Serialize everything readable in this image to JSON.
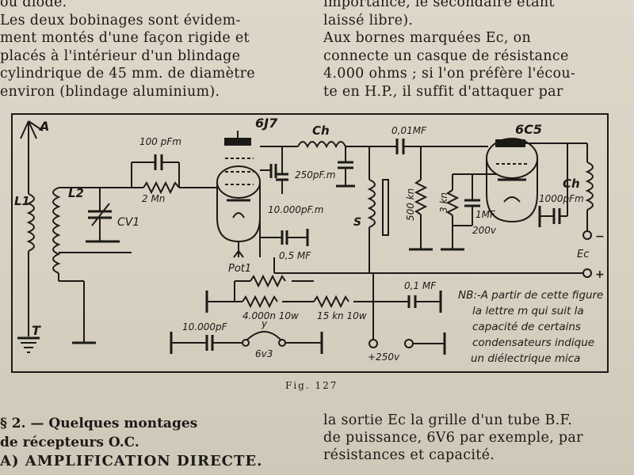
{
  "left_top": {
    "lines": [
      "ou diode.",
      "   Les deux bobinages sont évidem-",
      "ment montés d'une façon rigide et",
      "placés à l'intérieur d'un blindage",
      "cylindrique de 45 mm. de diamètre",
      "environ (blindage aluminium)."
    ]
  },
  "right_top": {
    "lines": [
      "importance, le secondaire étant",
      "laissé libre).",
      "   Aux bornes marquées Ec, on",
      "connecte un casque de résistance",
      "4.000 ohms ; si l'on préfère l'écou-",
      "te en H.P., il suffit d'attaquer par"
    ]
  },
  "figure": {
    "labels": {
      "antenna": "A",
      "ground": "T",
      "l1": "L1",
      "l2": "L2",
      "cv1": "CV1",
      "c100": "100 pFm",
      "r2m": "2 Mn",
      "tube1": "6J7",
      "choke1": "Ch",
      "c250": "250pF.m",
      "c10000": "10.000pF.m",
      "c05": "0,5 ΜF",
      "pot": "Pot1",
      "r4000": "4.000n 10w",
      "r15k": "15 kn 10w",
      "c001": "0,01ΜF",
      "r500k": "500 kn",
      "r3k": "3 kn",
      "c1": "1ΜF",
      "v200": "200v",
      "s": "S",
      "tube2": "6C5",
      "choke2": "Ch",
      "c1000": "1000pFm",
      "minus": "−",
      "plus": "+",
      "ec": "Ec",
      "c01": "0,1 ΜF",
      "c10000b": "10.000pF",
      "y": "y",
      "v6": "6v3",
      "hv": "+250v",
      "note1": "NB:-A partir de cette figure",
      "note2": "la lettre m qui suit la",
      "note3": "capacité de certains",
      "note4": "condensateurs indique",
      "note5": "un diélectrique mica"
    }
  },
  "caption": "Fig. 127",
  "section_left": {
    "line1": "§ 2. — Quelques montages",
    "line2": "de récepteurs O.C.",
    "line3": "A) AMPLIFICATION DIRECTE."
  },
  "section_right": {
    "lines": [
      "la sortie Ec la grille d'un tube B.F.",
      "de puissance, 6V6 par exemple, par",
      "résistances et capacité."
    ]
  }
}
